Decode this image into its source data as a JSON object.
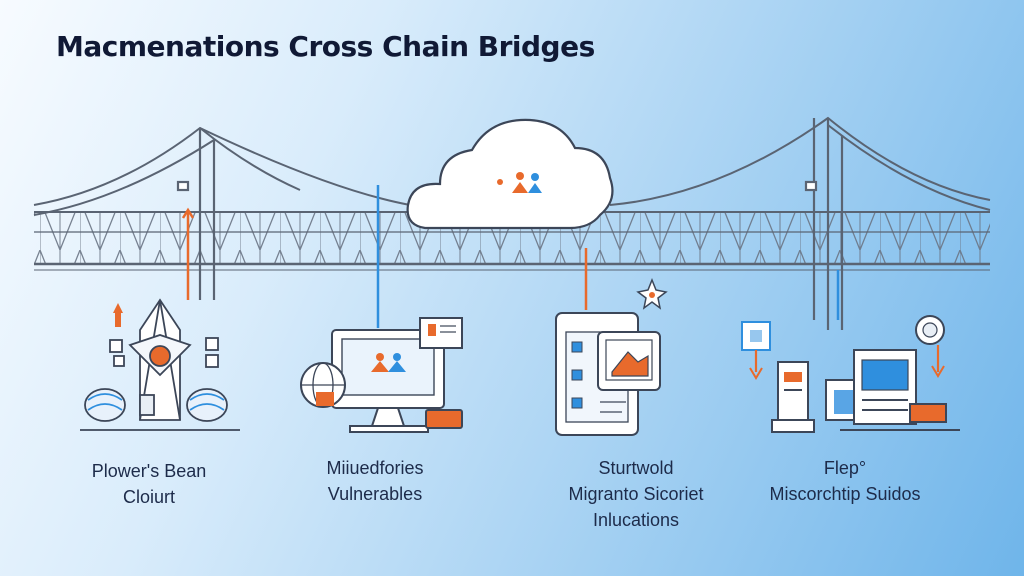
{
  "title": "Macmenations Cross Chain Bridges",
  "colors": {
    "line": "#5a6473",
    "orange": "#e86a2c",
    "blue": "#2f8fde",
    "cloud": "#ffffff"
  },
  "items": [
    {
      "icon": "tower-node-icon",
      "line1": "Plower's Bean",
      "line2": "Cloiurt",
      "line3": ""
    },
    {
      "icon": "computer-monitor-icon",
      "line1": "Miiuedfories",
      "line2": "Vulnerables",
      "line3": ""
    },
    {
      "icon": "tablet-device-icon",
      "line1": "Sturtwold",
      "line2": "Migranto Sicoriet",
      "line3": "Inlucations"
    },
    {
      "icon": "server-station-icon",
      "line1": "Flep°",
      "line2": "Miscorchtip Suidos",
      "line3": ""
    }
  ]
}
